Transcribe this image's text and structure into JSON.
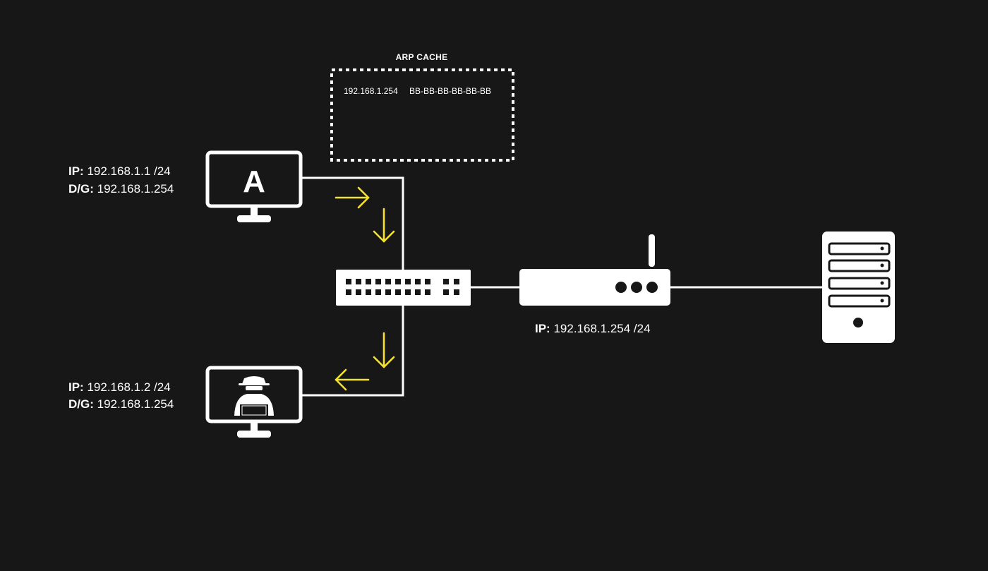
{
  "arp_cache": {
    "title": "ARP CACHE",
    "entries": [
      {
        "ip": "192.168.1.254",
        "mac": "BB-BB-BB-BB-BB-BB"
      }
    ]
  },
  "host_a": {
    "letter": "A",
    "ip_key": "IP:",
    "ip_value": "192.168.1.1 /24",
    "dg_key": "D/G:",
    "dg_value": "192.168.1.254"
  },
  "attacker": {
    "ip_key": "IP:",
    "ip_value": "192.168.1.2 /24",
    "dg_key": "D/G:",
    "dg_value": "192.168.1.254"
  },
  "router": {
    "ip_key": "IP:",
    "ip_value": "192.168.1.254 /24"
  },
  "colors": {
    "background": "#171717",
    "foreground": "#ffffff",
    "arrow": "#f5e22a"
  },
  "icons": {
    "host_a": "monitor-icon",
    "attacker": "hacker-monitor-icon",
    "switch": "switch-icon",
    "router": "router-icon",
    "server": "server-icon",
    "arrows": "arrow-icon"
  }
}
